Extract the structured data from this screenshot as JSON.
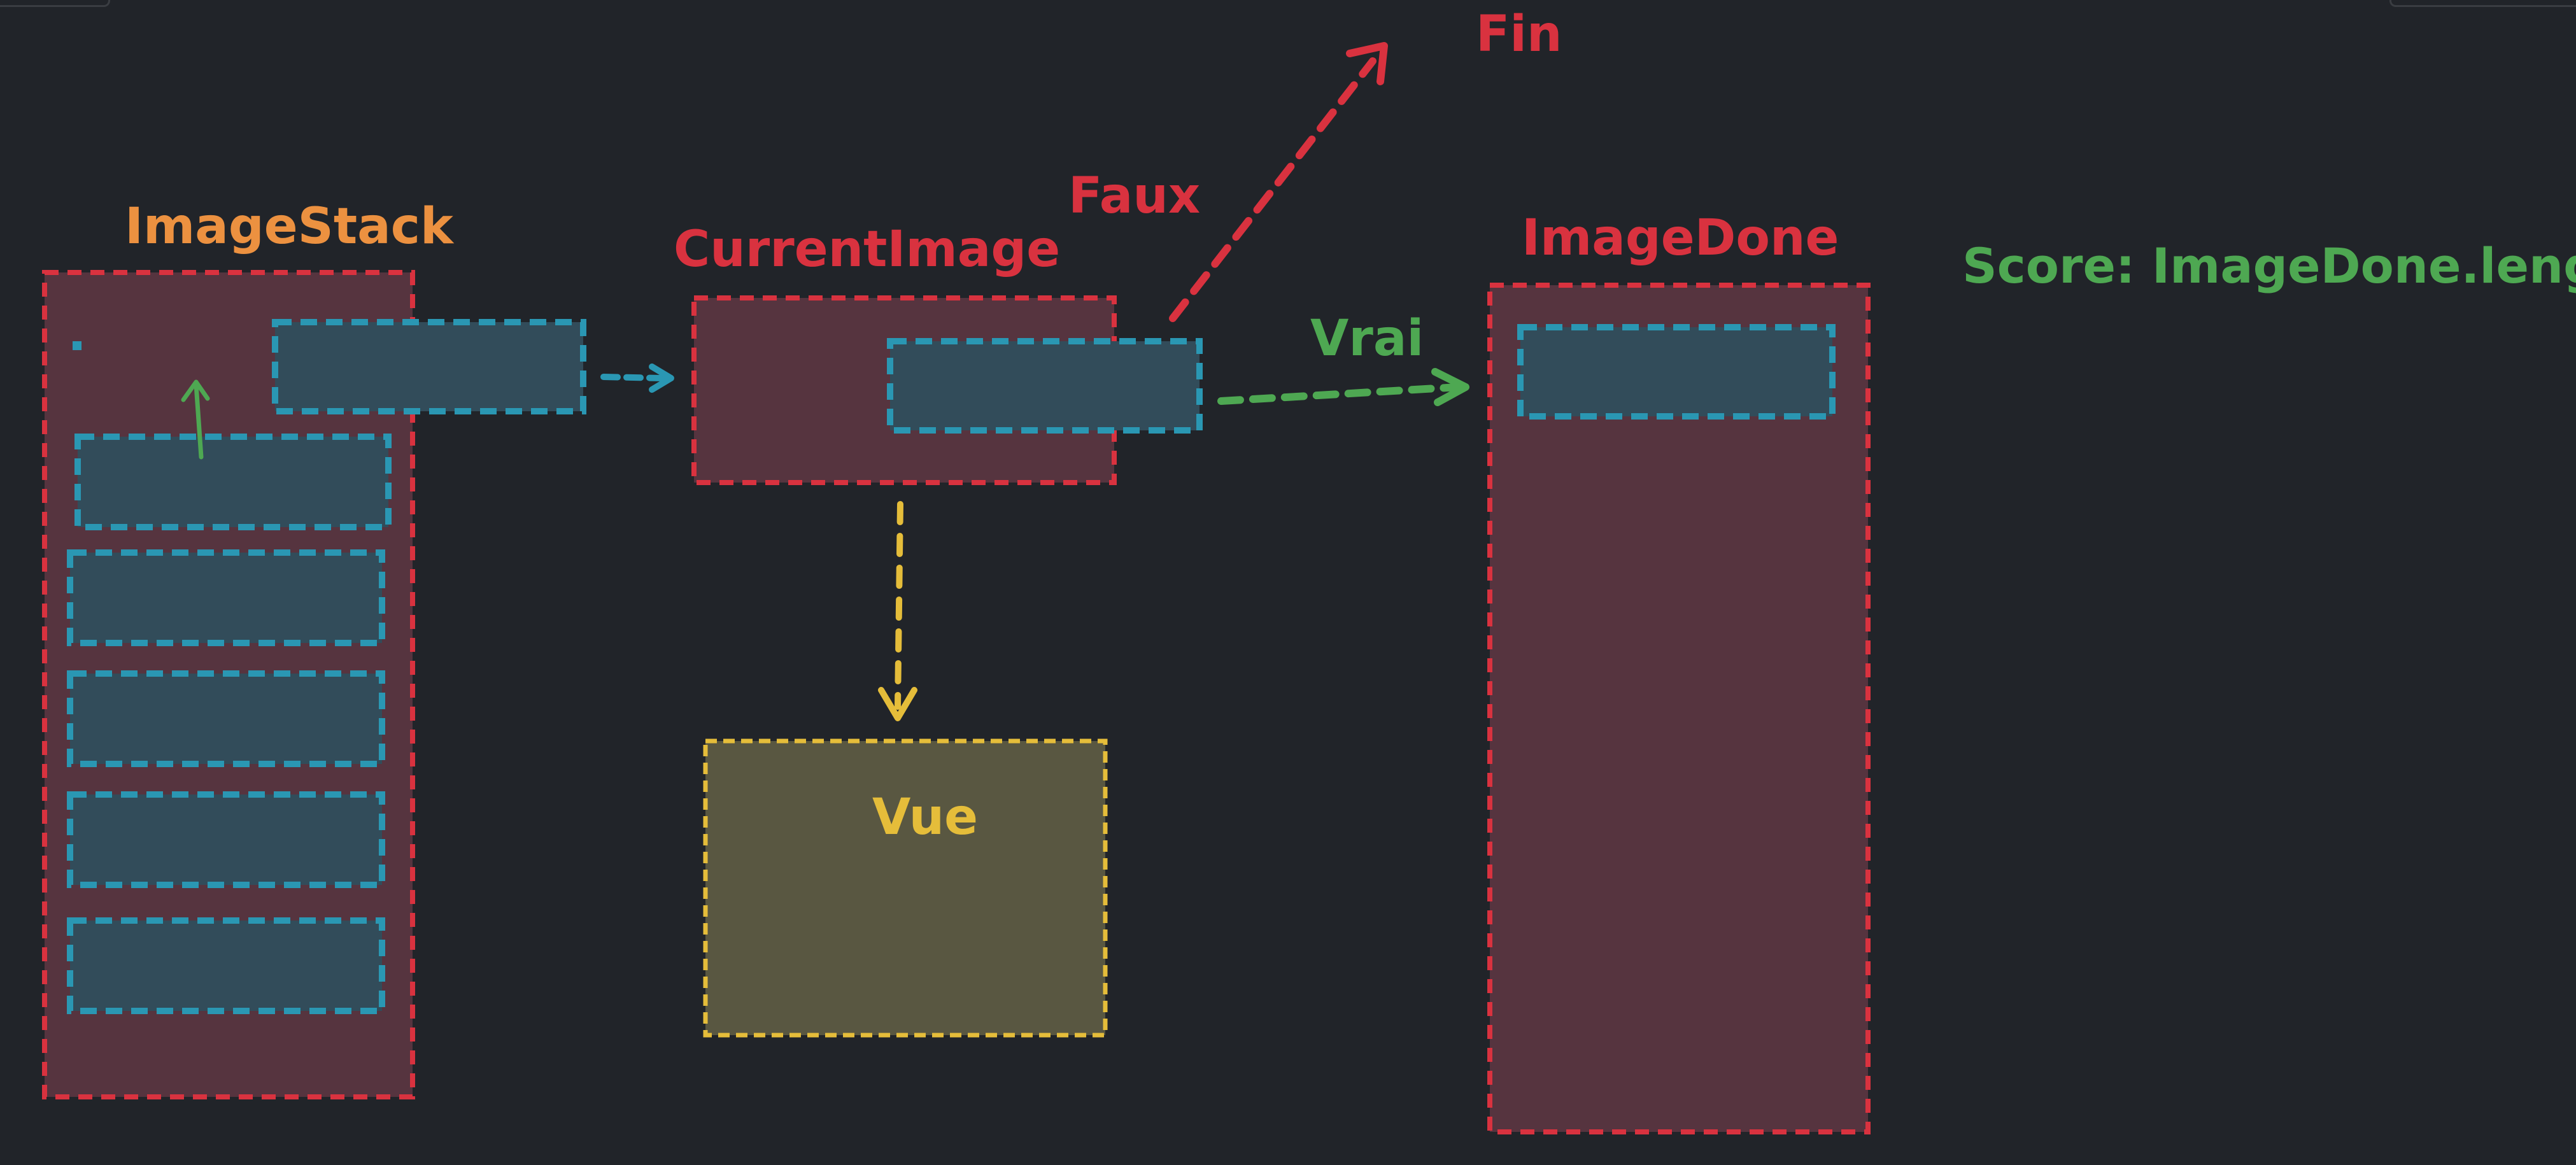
{
  "labels": {
    "image_stack": "ImageStack",
    "current_image": "CurrentImage",
    "image_done": "ImageDone",
    "fin": "Fin",
    "faux": "Faux",
    "vrai": "Vrai",
    "vue": "Vue",
    "score": "Score: ImageDone.length"
  },
  "colors": {
    "background": "#212429",
    "red": "#d9323f",
    "red_fill": "#56343f",
    "blue": "#2a97b3",
    "blue_fill": "#324c5a",
    "orange": "#ec9140",
    "green": "#4ea852",
    "yellow": "#e5bd3a",
    "yellow_fill": "#595741"
  }
}
